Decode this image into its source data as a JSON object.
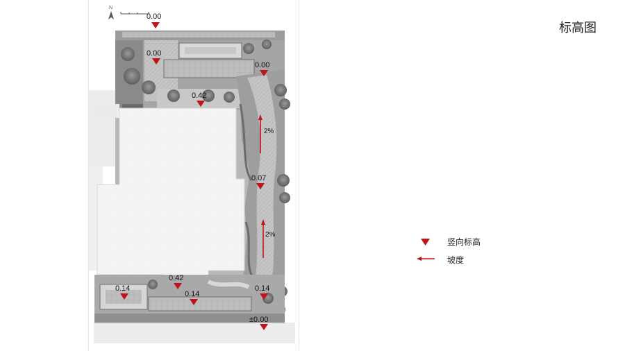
{
  "title": "标高图",
  "north_label": "N",
  "elevations": [
    {
      "id": "top-entrance",
      "label": "0.00"
    },
    {
      "id": "upper-left-court",
      "label": "0.00"
    },
    {
      "id": "upper-right-path",
      "label": "0.00"
    },
    {
      "id": "upper-terrace",
      "label": "0.42"
    },
    {
      "id": "mid-right-path",
      "label": "0.07"
    },
    {
      "id": "lower-terrace",
      "label": "0.42"
    },
    {
      "id": "lower-left-court",
      "label": "0.14"
    },
    {
      "id": "lower-center-path",
      "label": "0.14"
    },
    {
      "id": "lower-right-path",
      "label": "0.14"
    },
    {
      "id": "bottom-entrance",
      "label": "±0.00"
    }
  ],
  "slopes": [
    {
      "id": "upper-slope",
      "label": "2%"
    },
    {
      "id": "lower-slope",
      "label": "2%"
    }
  ],
  "legend": {
    "elevation_label": "竖向标高",
    "slope_label": "坡度"
  },
  "colors": {
    "marker": "#c0121b",
    "plan_dark": "#7a7a7a",
    "plan_mid": "#a8a8a8",
    "plan_light": "#d2d2d2",
    "building": "#f3f3f3"
  }
}
